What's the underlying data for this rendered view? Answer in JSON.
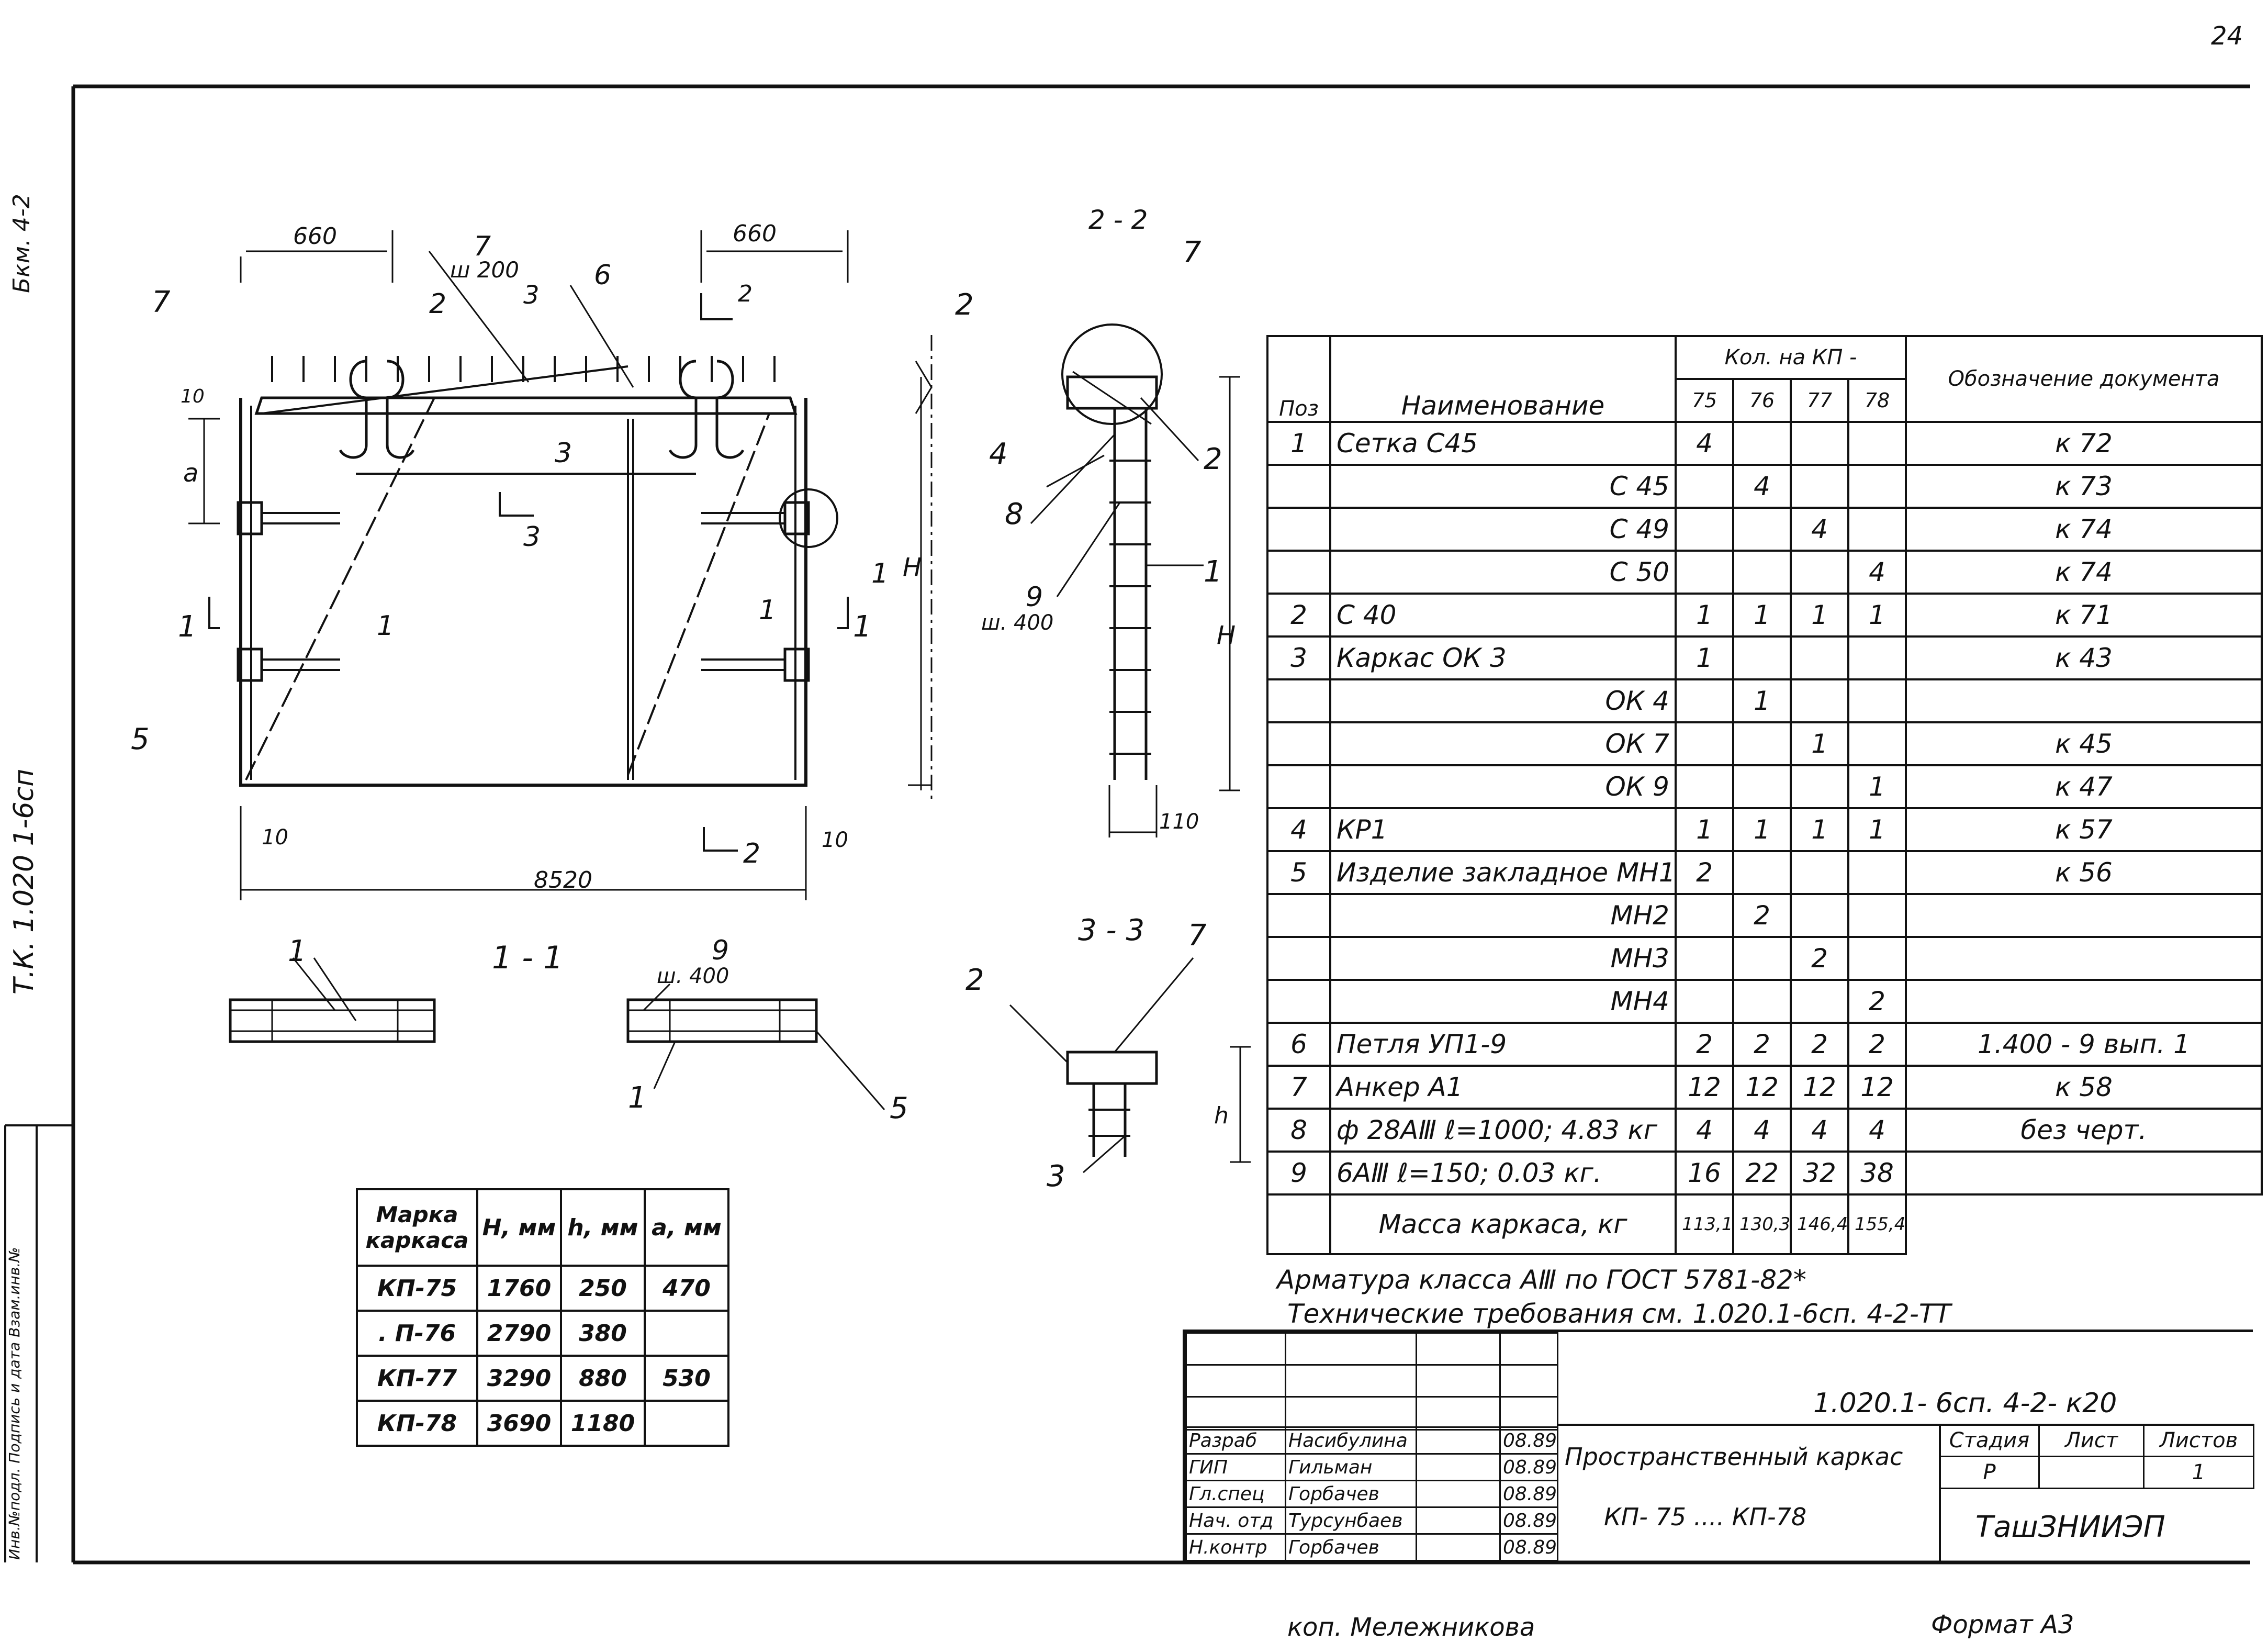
{
  "corner": {
    "sheet_mark": "24"
  },
  "side_strip": {
    "top": "Бкм. 4-2",
    "middle": "Т.К. 1.020 1-6сп",
    "bottom": "Инв.№подл.  Подпись и дата  Взам.инв.№"
  },
  "drawing": {
    "dim_top_left": "660",
    "dim_top_right": "660",
    "pos7_label": "7",
    "pitch_200": "ш 200",
    "label_3": "3",
    "label_6": "6",
    "label_2": "2",
    "dim_10": "10",
    "dim_a": "а",
    "dim_H": "Н",
    "dim_h": "h",
    "dim_10b": "10",
    "dim_10c": "10",
    "dim_8520": "8520",
    "section_2_2": "2 - 2",
    "section_1_1": "1 - 1",
    "section_3_3": "3 - 3",
    "pitch_400": "ш. 400",
    "pitch_400b": "ш. 400",
    "label_9": "9",
    "label_8": "8",
    "label_4": "4",
    "label_1": "1",
    "label_5": "5",
    "dim_110": "110"
  },
  "spec": {
    "header": {
      "pos": "Поз",
      "name": "Наименование",
      "qty": "Кол. на КП -",
      "designation": "Обозначение документа"
    },
    "qty_cols": [
      "75",
      "76",
      "77",
      "78"
    ],
    "rows": [
      {
        "pos": "1",
        "name": "Сетка С45",
        "q": [
          "4",
          "",
          "",
          ""
        ],
        "doc": "к 72"
      },
      {
        "pos": "",
        "name": "С 45",
        "q": [
          "",
          "4",
          "",
          ""
        ],
        "doc": "к 73"
      },
      {
        "pos": "",
        "name": "С 49",
        "q": [
          "",
          "",
          "4",
          ""
        ],
        "doc": "к 74"
      },
      {
        "pos": "",
        "name": "С 50",
        "q": [
          "",
          "",
          "",
          "4"
        ],
        "doc": "к 74"
      },
      {
        "pos": "2",
        "name": "С 40",
        "q": [
          "1",
          "1",
          "1",
          "1"
        ],
        "doc": "к 71"
      },
      {
        "pos": "3",
        "name": "Каркас ОК 3",
        "q": [
          "1",
          "",
          "",
          ""
        ],
        "doc": "к 43"
      },
      {
        "pos": "",
        "name": "ОК 4",
        "q": [
          "",
          "1",
          "",
          ""
        ],
        "doc": ""
      },
      {
        "pos": "",
        "name": "ОК 7",
        "q": [
          "",
          "",
          "1",
          ""
        ],
        "doc": "к 45"
      },
      {
        "pos": "",
        "name": "ОК 9",
        "q": [
          "",
          "",
          "",
          "1"
        ],
        "doc": "к 47"
      },
      {
        "pos": "4",
        "name": "КР1",
        "q": [
          "1",
          "1",
          "1",
          "1"
        ],
        "doc": "к 57"
      },
      {
        "pos": "5",
        "name": "Изделие закладное МН1",
        "q": [
          "2",
          "",
          "",
          ""
        ],
        "doc": "к 56"
      },
      {
        "pos": "",
        "name": "МН2",
        "q": [
          "",
          "2",
          "",
          ""
        ],
        "doc": ""
      },
      {
        "pos": "",
        "name": "МН3",
        "q": [
          "",
          "",
          "2",
          ""
        ],
        "doc": ""
      },
      {
        "pos": "",
        "name": "МН4",
        "q": [
          "",
          "",
          "",
          "2"
        ],
        "doc": ""
      },
      {
        "pos": "6",
        "name": "Петля УП1-9",
        "q": [
          "2",
          "2",
          "2",
          "2"
        ],
        "doc": "1.400 - 9  вып. 1"
      },
      {
        "pos": "7",
        "name": "Анкер А1",
        "q": [
          "12",
          "12",
          "12",
          "12"
        ],
        "doc": "к 58"
      },
      {
        "pos": "8",
        "name": "ф 28АⅢ  ℓ=1000;  4.83 кг",
        "q": [
          "4",
          "4",
          "4",
          "4"
        ],
        "doc": "без черт."
      },
      {
        "pos": "9",
        "name": "6АⅢ  ℓ=150;  0.03 кг.",
        "q": [
          "16",
          "22",
          "32",
          "38"
        ],
        "doc": ""
      }
    ],
    "mass": {
      "label": "Масса каркаса, кг",
      "values": [
        "113,1",
        "130,3",
        "146,4",
        "155,4"
      ]
    }
  },
  "notes": {
    "line1": "Арматура класса АⅢ по ГОСТ 5781-82*",
    "line2": "Технические требования см. 1.020.1-6сп. 4-2-ТТ"
  },
  "marks_table": {
    "header": [
      "Марка каркаса",
      "Н, мм",
      "h, мм",
      "а, мм"
    ],
    "rows": [
      {
        "m": "КП-75",
        "H": "1760",
        "h": "250",
        "a": "470"
      },
      {
        "m": ". П-76",
        "H": "2790",
        "h": "380",
        "a": ""
      },
      {
        "m": "КП-77",
        "H": "3290",
        "h": "880",
        "a": "530"
      },
      {
        "m": "КП-78",
        "H": "3690",
        "h": "1180",
        "a": ""
      }
    ]
  },
  "title_block": {
    "code": "1.020.1- 6сп. 4-2- к20",
    "people": [
      {
        "role": "Разраб",
        "name": "Насибулина",
        "date": "08.89"
      },
      {
        "role": "ГИП",
        "name": "Гильман",
        "date": "08.89"
      },
      {
        "role": "Гл.спец",
        "name": "Горбачев",
        "date": "08.89"
      },
      {
        "role": "Нач. отд",
        "name": "Турсунбаев",
        "date": "08.89"
      },
      {
        "role": "Н.контр",
        "name": "Горбачев",
        "date": "08.89"
      }
    ],
    "object_title": "Пространственный каркас",
    "object_sub": "КП- 75 .... КП-78",
    "stage_h": "Стадия",
    "sheet_h": "Лист",
    "sheets_h": "Листов",
    "stage": "Р",
    "sheet": "",
    "sheets": "1",
    "org": "ТашЗНИИЭП"
  },
  "footer": {
    "copier": "коп. Мележникова",
    "format": "Формат А3"
  }
}
